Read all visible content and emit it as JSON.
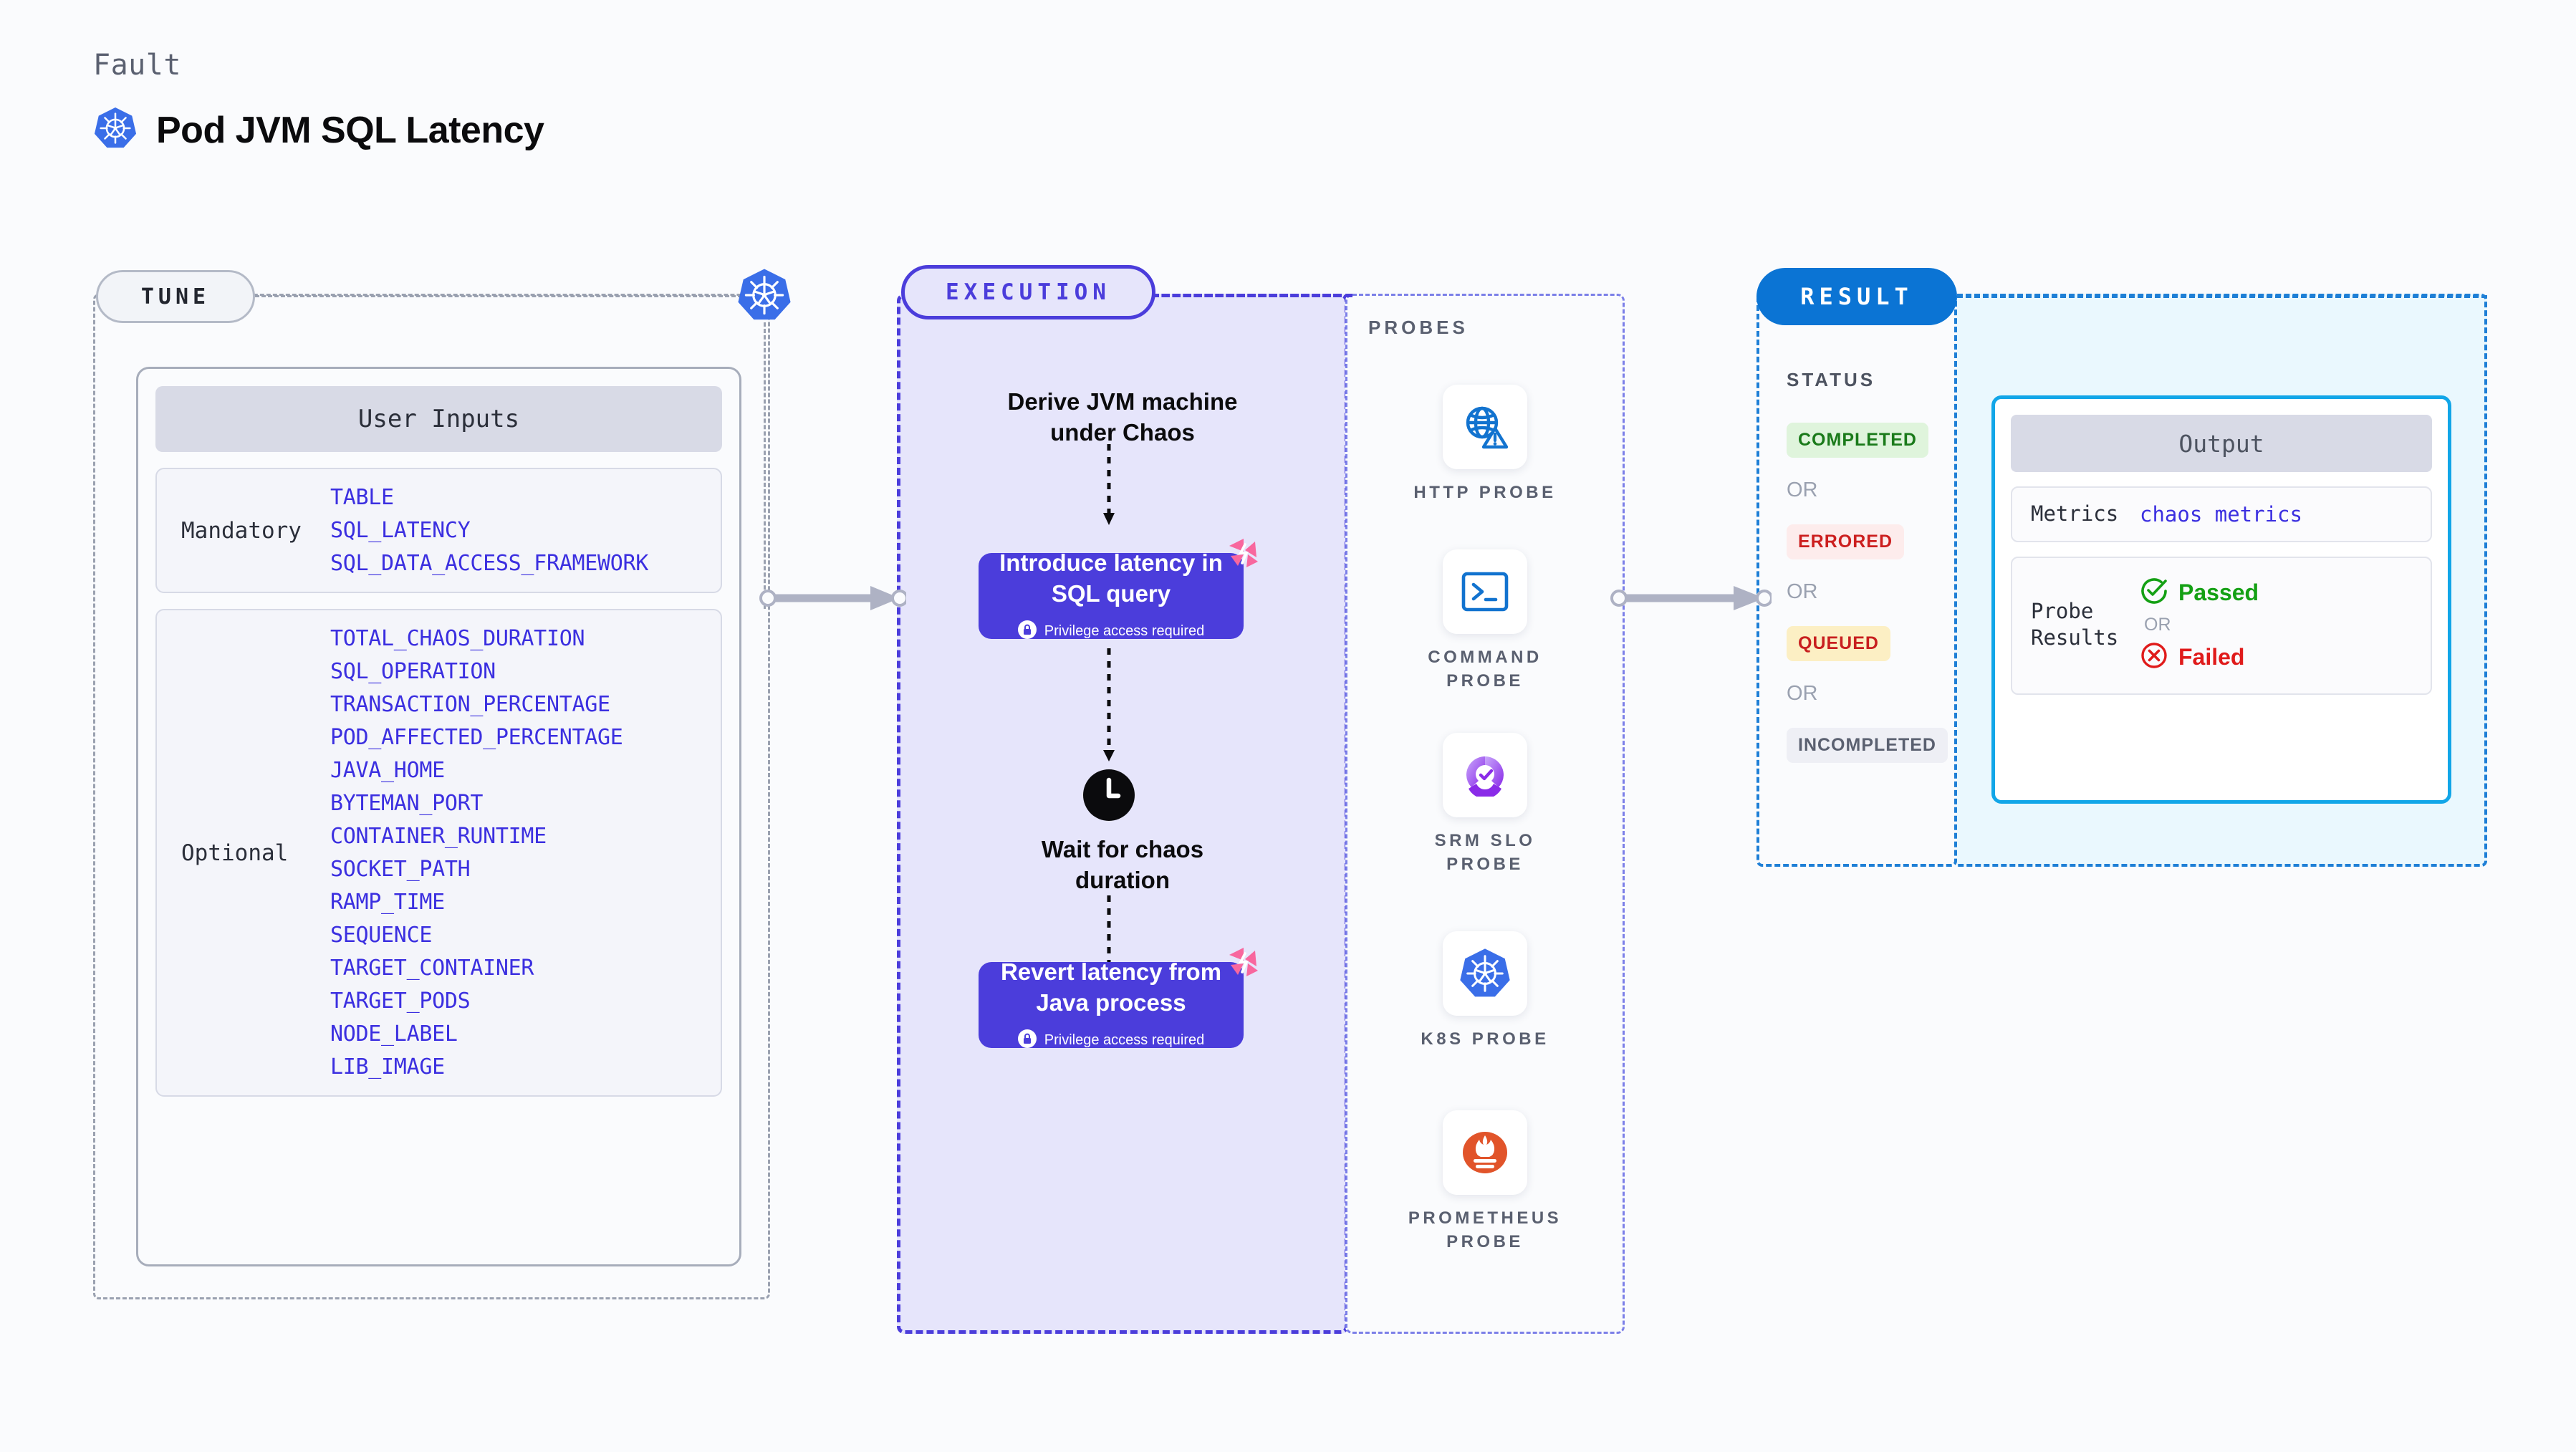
{
  "header": {
    "fault_label": "Fault",
    "title": "Pod JVM SQL Latency",
    "icon": "kubernetes-icon"
  },
  "tune": {
    "label": "TUNE",
    "node_icon": "kubernetes-icon",
    "user_inputs_header": "User Inputs",
    "groups": [
      {
        "label": "Mandatory",
        "params": [
          "TABLE",
          "SQL_LATENCY",
          "SQL_DATA_ACCESS_FRAMEWORK"
        ]
      },
      {
        "label": "Optional",
        "params": [
          "TOTAL_CHAOS_DURATION",
          "SQL_OPERATION",
          "TRANSACTION_PERCENTAGE",
          "POD_AFFECTED_PERCENTAGE",
          "JAVA_HOME",
          "BYTEMAN_PORT",
          "CONTAINER_RUNTIME",
          "SOCKET_PATH",
          "RAMP_TIME",
          "SEQUENCE",
          "TARGET_CONTAINER",
          "TARGET_PODS",
          "NODE_LABEL",
          "LIB_IMAGE"
        ]
      }
    ]
  },
  "execution": {
    "label": "EXECUTION",
    "step1_text": "Derive JVM machine\nunder Chaos",
    "step2": {
      "title": "Introduce latency in\nSQL query",
      "privilege_note": "Privilege access required",
      "badge_icon": "harness-logo-icon",
      "lock_icon": "lock-icon"
    },
    "step3": {
      "icon": "clock-icon",
      "text": "Wait for chaos\nduration"
    },
    "step4": {
      "title": "Revert latency from\nJava process",
      "privilege_note": "Privilege access required",
      "badge_icon": "harness-logo-icon",
      "lock_icon": "lock-icon"
    }
  },
  "probes": {
    "title": "PROBES",
    "items": [
      {
        "name": "HTTP PROBE",
        "icon": "globe-warning-icon"
      },
      {
        "name": "COMMAND\nPROBE",
        "icon": "terminal-icon"
      },
      {
        "name": "SRM SLO\nPROBE",
        "icon": "srm-slo-icon"
      },
      {
        "name": "K8S PROBE",
        "icon": "kubernetes-icon"
      },
      {
        "name": "PROMETHEUS\nPROBE",
        "icon": "prometheus-icon"
      }
    ]
  },
  "result": {
    "label": "RESULT",
    "status_title": "STATUS",
    "or_text": "OR",
    "statuses": [
      {
        "text": "COMPLETED",
        "color": "#1a7a1a",
        "bg": "#dff4dc"
      },
      {
        "text": "ERRORED",
        "color": "#cc1f1f",
        "bg": "#fdecec"
      },
      {
        "text": "QUEUED",
        "color": "#c81f1f",
        "bg": "#fcefc4"
      },
      {
        "text": "INCOMPLETED",
        "color": "#5a6070",
        "bg": "#eeeff5"
      }
    ],
    "output": {
      "header": "Output",
      "metrics_label": "Metrics",
      "metrics_value": "chaos metrics",
      "probe_results_label": "Probe\nResults",
      "passed_text": "Passed",
      "passed_icon": "check-circle-icon",
      "passed_color": "#14a014",
      "or_text": "OR",
      "failed_text": "Failed",
      "failed_icon": "x-circle-icon",
      "failed_color": "#e01b1b"
    }
  },
  "colors": {
    "accent_purple": "#4b3ddb",
    "accent_blue": "#0b74d4",
    "accent_cyan": "#12a6e8",
    "param_blue": "#3b2fe0",
    "harness_pink": "#f8679e"
  }
}
